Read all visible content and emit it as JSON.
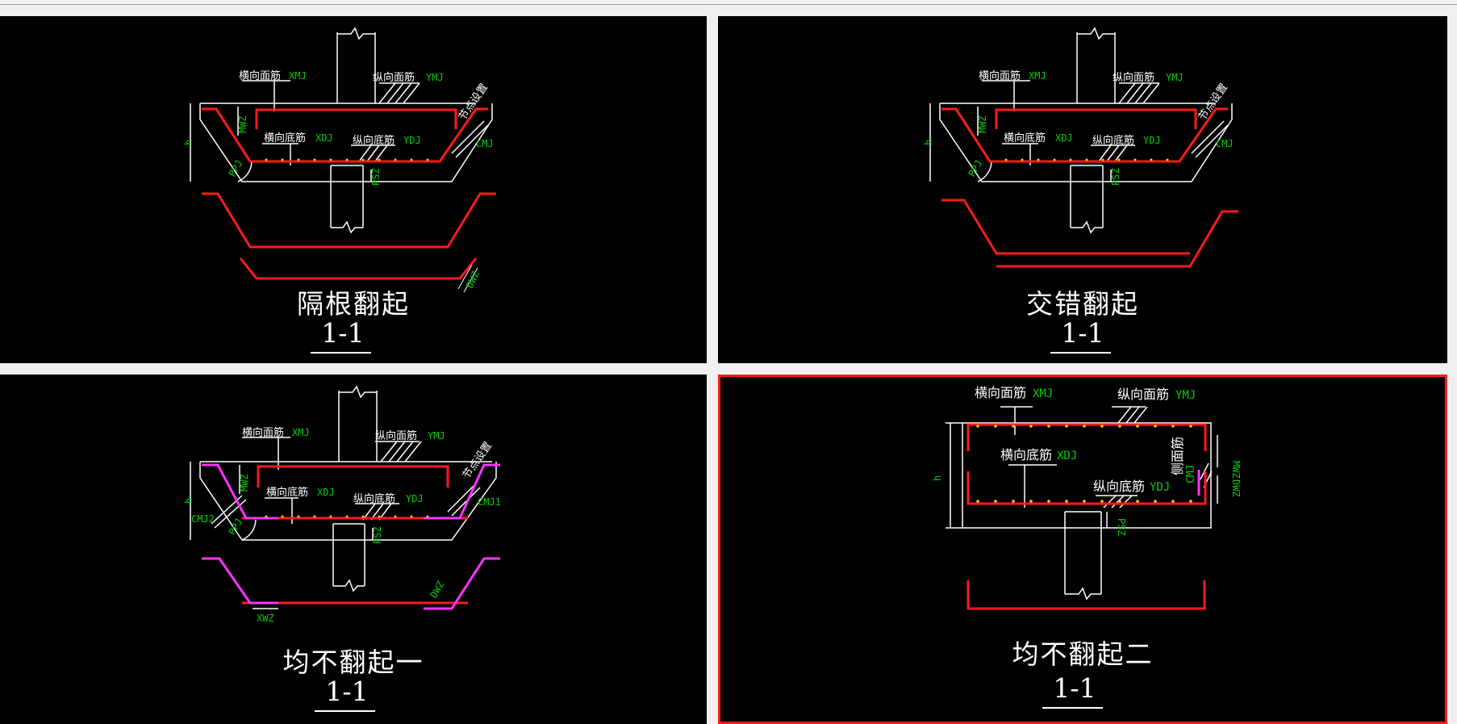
{
  "panels": [
    {
      "id": "gegen",
      "title": "隔根翻起",
      "section": "1-1",
      "labels": {
        "top_trans": "横向面筋",
        "top_trans_code": "XMJ",
        "top_long": "纵向面筋",
        "top_long_code": "YMJ",
        "bot_trans": "横向底筋",
        "bot_trans_code": "XDJ",
        "bot_long": "纵向底筋",
        "bot_long_code": "YDJ",
        "node": "节点设置",
        "side": "CMJ",
        "h": "h",
        "mwz": "MWZ",
        "psz": "PSZ",
        "ppj": "PPJ",
        "dwz": "DWZ"
      }
    },
    {
      "id": "jiaocuo",
      "title": "交错翻起",
      "section": "1-1",
      "labels": {
        "top_trans": "横向面筋",
        "top_trans_code": "XMJ",
        "top_long": "纵向面筋",
        "top_long_code": "YMJ",
        "bot_trans": "横向底筋",
        "bot_trans_code": "XDJ",
        "bot_long": "纵向底筋",
        "bot_long_code": "YDJ",
        "node": "节点设置",
        "side": "CMJ",
        "h": "h",
        "mwz": "MWZ",
        "psz": "PSZ",
        "ppj": "PPJ"
      }
    },
    {
      "id": "junbu1",
      "title": "均不翻起一",
      "section": "1-1",
      "labels": {
        "top_trans": "横向面筋",
        "top_trans_code": "XMJ",
        "top_long": "纵向面筋",
        "top_long_code": "YMJ",
        "bot_trans": "横向底筋",
        "bot_trans_code": "XDJ",
        "bot_long": "纵向底筋",
        "bot_long_code": "YDJ",
        "node": "节点设置",
        "side1": "CMJ1",
        "side2": "CMJ2",
        "h": "h",
        "mwz": "MWZ",
        "psz": "PSZ",
        "ppj": "PPJ",
        "dwz": "DWZ",
        "xwz": "XWZ"
      }
    },
    {
      "id": "junbu2",
      "title": "均不翻起二",
      "section": "1-1",
      "selected": true,
      "labels": {
        "top_trans": "横向面筋",
        "top_trans_code": "XMJ",
        "top_long": "纵向面筋",
        "top_long_code": "YMJ",
        "bot_trans": "横向底筋",
        "bot_trans_code": "XDJ",
        "bot_long": "纵向底筋",
        "bot_long_code": "YDJ",
        "side_face": "侧面筋",
        "side_code": "CMJ",
        "h": "h",
        "mwz": "MWZ",
        "dwz": "DWZ",
        "psz": "PSZ"
      }
    }
  ],
  "colors": {
    "rebar": "#ff1a1a",
    "rebar_alt": "#ff33ff",
    "code": "#00d000",
    "line": "#ffffff",
    "selection": "#ff1a1a"
  }
}
